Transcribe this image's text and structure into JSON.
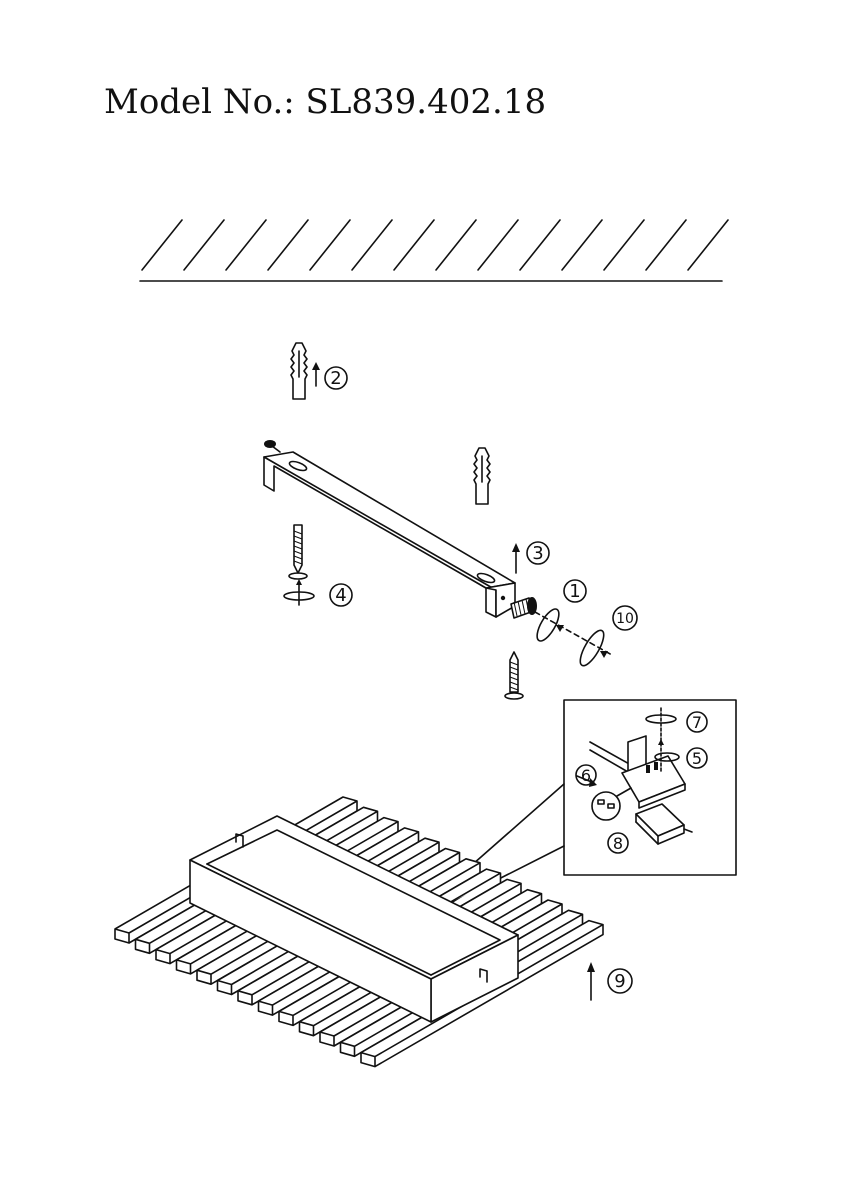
{
  "title": "Model No.: SL839.402.18",
  "callouts": [
    {
      "id": "1",
      "label": "1"
    },
    {
      "id": "2",
      "label": "2"
    },
    {
      "id": "3",
      "label": "3"
    },
    {
      "id": "4",
      "label": "4"
    },
    {
      "id": "5",
      "label": "5"
    },
    {
      "id": "6",
      "label": "6"
    },
    {
      "id": "7",
      "label": "7"
    },
    {
      "id": "8",
      "label": "8"
    },
    {
      "id": "9",
      "label": "9"
    },
    {
      "id": "10",
      "label": "10"
    }
  ],
  "icons": {
    "ceiling": "ceiling-hatch",
    "bracket": "mounting-bracket",
    "anchor": "wall-anchor",
    "screw": "wood-screw",
    "washer": "washer",
    "driver": "led-driver",
    "fixture": "ceiling-lamp-body"
  }
}
